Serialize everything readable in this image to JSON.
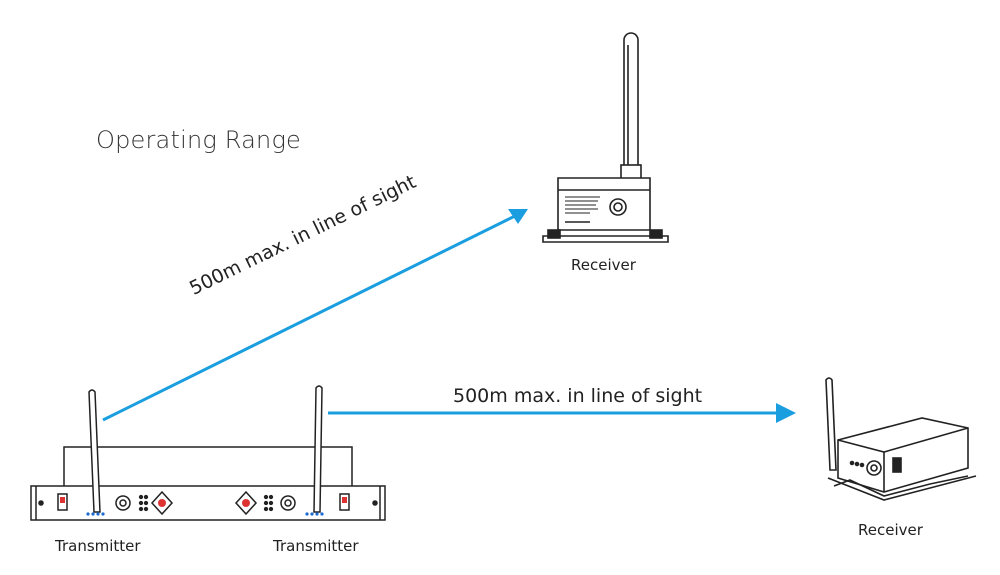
{
  "title": "Operating Range",
  "links": [
    {
      "label": "500m max. in line of sight",
      "direction": "diagonal"
    },
    {
      "label": "500m max. in line of sight",
      "direction": "horizontal"
    }
  ],
  "devices": {
    "receiver_top": "Receiver",
    "receiver_right": "Receiver",
    "transmitter_left": "Transmitter",
    "transmitter_right": "Transmitter"
  },
  "colors": {
    "arrow": "#1a9ee0",
    "line": "#222222"
  }
}
